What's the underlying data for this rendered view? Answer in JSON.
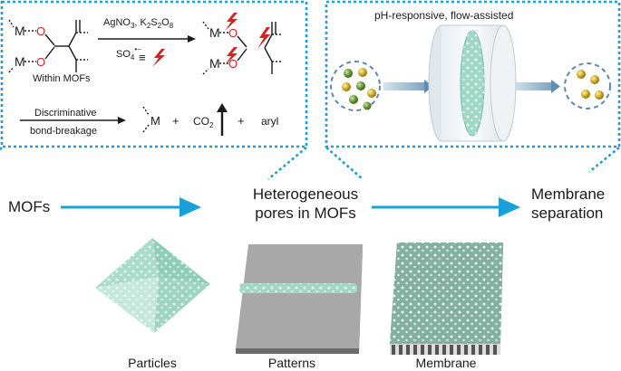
{
  "reaction_box": {
    "atom_metal": "M",
    "atom_oxygen": "O",
    "reagents_top": "AgNO",
    "reagents_top_sub1": "3",
    "reagents_top_mid": ", K",
    "reagents_top_sub2": "2",
    "reagents_top_s": "S",
    "reagents_top_sub3": "2",
    "reagents_top_o": "O",
    "reagents_top_sub4": "8",
    "radical_label": "SO",
    "radical_sub": "4",
    "radical_sup": "•−",
    "equiv_symbol": "≡",
    "within_label": "Within MOFs",
    "discriminative_line1": "Discriminative",
    "discriminative_line2": "bond-breakage",
    "product_plus1": "+",
    "product_co2": "CO",
    "product_co2_sub": "2",
    "product_plus2": "+",
    "product_aryl": "aryl"
  },
  "separation_box": {
    "title": "pH-responsive, flow-assisted"
  },
  "flow": {
    "mofs": "MOFs",
    "hetero_line1": "Heterogeneous",
    "hetero_line2": "pores in MOFs",
    "membrane_line1": "Membrane",
    "membrane_line2": "separation"
  },
  "bottom": {
    "particles": "Particles",
    "patterns": "Patterns",
    "membrane": "Membrane"
  },
  "colors": {
    "dotted_blue": "#1aa0d8",
    "arrow_blue": "#1aa0d8",
    "oxygen_red": "#d92020",
    "mof_green": "#9fd9c5",
    "gold": "#c9a92a",
    "green_ball": "#6c9a3a"
  }
}
